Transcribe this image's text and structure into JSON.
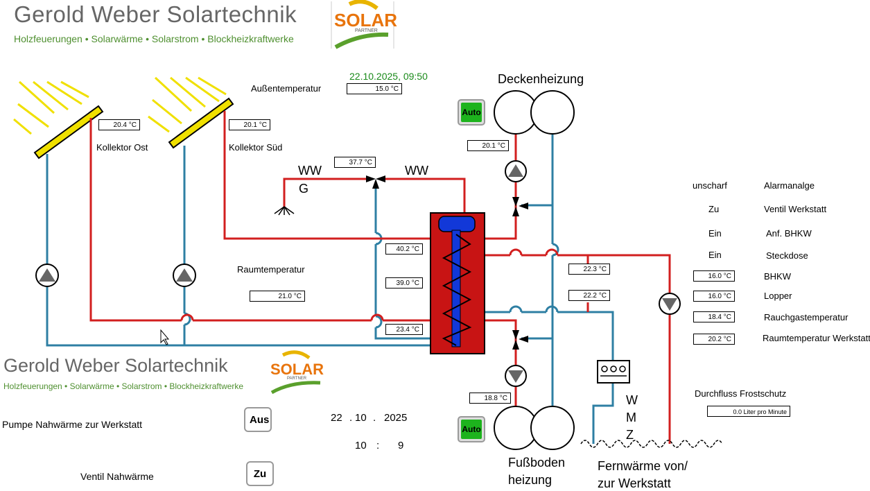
{
  "brand": {
    "name": "Gerold Weber Solartechnik",
    "tagline": "Holzfeuerungen • Solarwärme • Solarstrom • Blockheizkraftwerke",
    "logo_text": "SOLAR",
    "logo_sub": "PARTNER"
  },
  "timestamp": "22.10.2025,  09:50",
  "outside": {
    "label": "Außentemperatur",
    "value": "15.0 °C"
  },
  "collectors": [
    {
      "label": "Kollektor Ost",
      "temp": "20.4 °C"
    },
    {
      "label": "Kollektor Süd",
      "temp": "20.1 °C"
    }
  ],
  "dhw": {
    "ww_left": "WW",
    "g": "G",
    "ww_right": "WW",
    "mix_temp": "37.7 °C"
  },
  "tank_temps": [
    "40.2 °C",
    "39.0 °C",
    "23.4 °C"
  ],
  "room": {
    "label": "Raumtemperatur",
    "value": "21.0 °C"
  },
  "ceiling": {
    "title": "Deckenheizung",
    "auto": "Auto",
    "temp": "20.1 °C"
  },
  "floor": {
    "title_l1": "Fußboden",
    "title_l2": "heizung",
    "auto": "Auto",
    "temp": "18.8 °C"
  },
  "district": {
    "line1": "Fernwärme von/",
    "line2": "zur Werkstatt",
    "supply_temp": "22.3 °C",
    "return_temp": "22.2 °C",
    "wmz": [
      "W",
      "M",
      "Z"
    ]
  },
  "status_list": [
    {
      "value": "unscharf",
      "label": "Alarmanalge"
    },
    {
      "value": "Zu",
      "label": "Ventil Werkstatt"
    },
    {
      "value": "Ein",
      "label": "Anf. BHKW"
    },
    {
      "value": "Ein",
      "label": "Steckdose"
    }
  ],
  "temp_list": [
    {
      "value": "16.0 °C",
      "label": "BHKW"
    },
    {
      "value": "16.0 °C",
      "label": "Lopper"
    },
    {
      "value": "18.4 °C",
      "label": "Rauchgastemperatur"
    },
    {
      "value": "20.2 °C",
      "label": "Raumtemperatur Werkstatt"
    }
  ],
  "flow": {
    "label": "Durchfluss Frostschutz",
    "value": "0.0 Liter pro Minute"
  },
  "controls": {
    "pump_label": "Pumpe  Nahwärme zur Werkstatt",
    "pump_button": "Aus",
    "valve_label": "Ventil Nahwärme",
    "valve_button": "Zu"
  },
  "date_display": {
    "day": "22",
    "sep1": ".",
    "month": "10",
    "sep2": ".",
    "year": "2025",
    "hour": "10",
    "colon": ":",
    "minute": "9"
  }
}
